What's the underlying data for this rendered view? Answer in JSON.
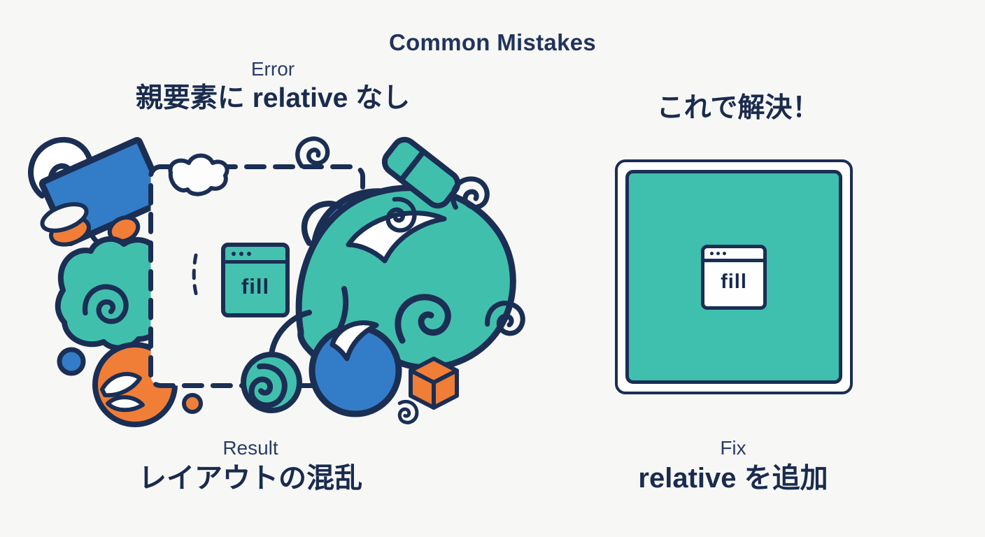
{
  "title": "Common Mistakes",
  "palette": {
    "navy": "#1b2e54",
    "teal": "#41bfad",
    "blue": "#337cc7",
    "orange": "#f07e37",
    "background": "#f7f8f6"
  },
  "error_section": {
    "tag": "Error",
    "heading": "親要素に relative なし",
    "window_icon_label": "fill",
    "result_tag": "Result",
    "result_heading": "レイアウトの混乱"
  },
  "fix_section": {
    "heading": "これで解決！",
    "window_icon_label": "fill",
    "fix_tag": "Fix",
    "fix_heading": "relative を追加"
  }
}
